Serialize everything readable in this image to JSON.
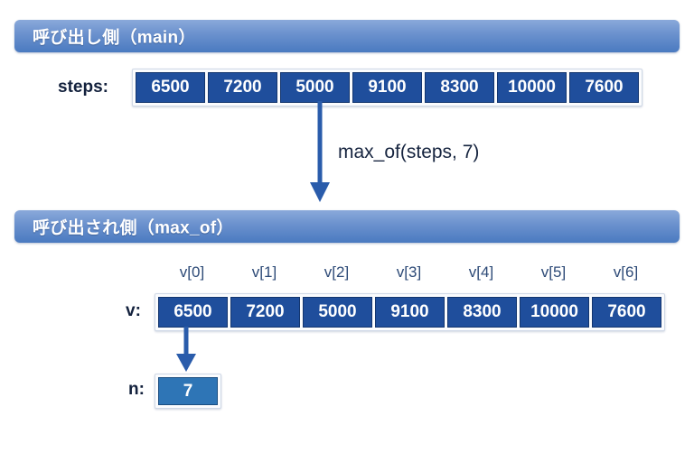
{
  "sections": [
    {
      "id": "main",
      "banner_label": "呼び出し側（main）",
      "variable_label": "steps:",
      "values": [
        "6500",
        "7200",
        "5000",
        "9100",
        "8300",
        "10000",
        "7600"
      ]
    },
    {
      "id": "max_of",
      "banner_label": "呼び出され側（max_of）",
      "variable_label": "v:",
      "index_labels": [
        "v[0]",
        "v[1]",
        "v[2]",
        "v[3]",
        "v[4]",
        "v[5]",
        "v[6]"
      ],
      "values": [
        "6500",
        "7200",
        "5000",
        "9100",
        "8300",
        "10000",
        "7600"
      ],
      "scalar_label": "n:",
      "scalar_value": "7"
    }
  ],
  "call": {
    "annotation": "max_of(steps, 7)"
  },
  "colors": {
    "banner_gradient_top": "#8aa9da",
    "banner_gradient_bottom": "#4a7ac0",
    "array_cell_fill": "#1f4e9c",
    "scalar_cell_fill": "#2e75b6",
    "arrow": "#2a5cab",
    "text_dark": "#13213d",
    "index_text": "#2d4a77",
    "background": "#ffffff"
  }
}
